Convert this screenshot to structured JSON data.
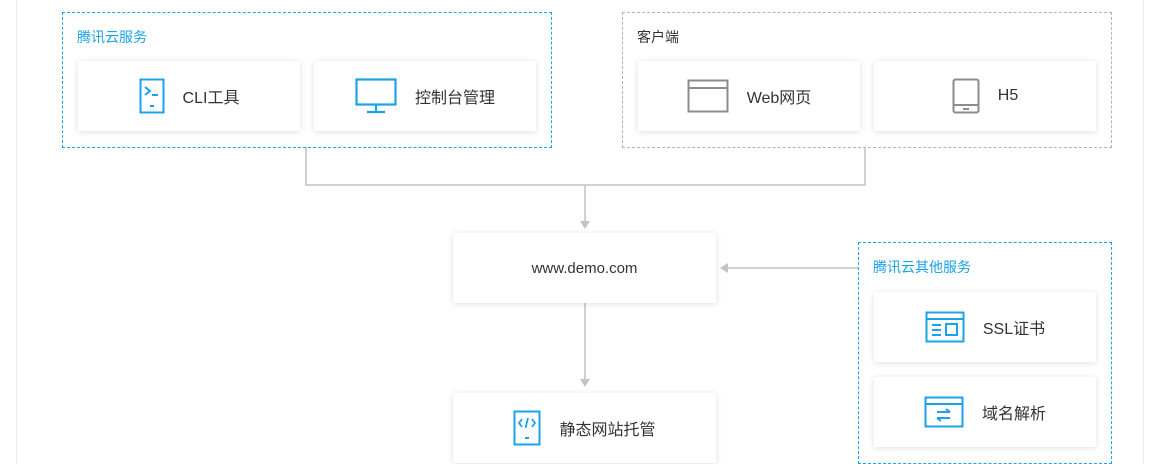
{
  "groups": {
    "tencent_cloud": {
      "title": "腾讯云服务",
      "items": [
        {
          "label": "CLI工具",
          "icon": "terminal-icon"
        },
        {
          "label": "控制台管理",
          "icon": "monitor-icon"
        }
      ]
    },
    "client": {
      "title": "客户端",
      "items": [
        {
          "label": "Web网页",
          "icon": "browser-window-icon"
        },
        {
          "label": "H5",
          "icon": "mobile-phone-icon"
        }
      ]
    },
    "other_services": {
      "title": "腾讯云其他服务",
      "items": [
        {
          "label": "SSL证书",
          "icon": "certificate-icon"
        },
        {
          "label": "域名解析",
          "icon": "domain-resolution-icon"
        }
      ]
    }
  },
  "domain_node": {
    "label": "www.demo.com"
  },
  "hosting_node": {
    "label": "静态网站托管",
    "icon": "code-file-icon"
  },
  "colors": {
    "accent": "#1ba3e8",
    "neutral_border": "#b3b3b3",
    "connector": "#c4c4c4",
    "text": "#333333"
  }
}
